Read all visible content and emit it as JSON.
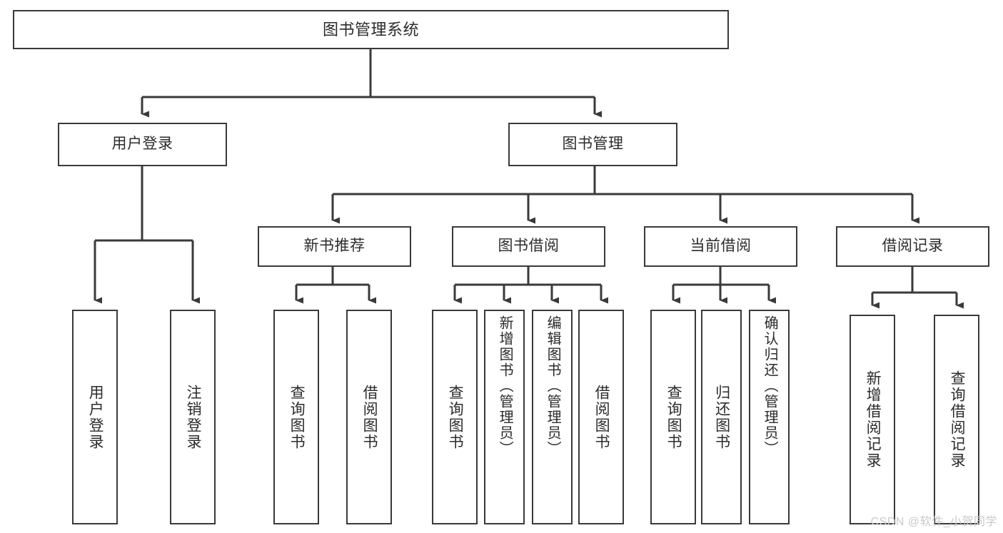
{
  "diagram": {
    "type": "tree",
    "title": "图书管理系统",
    "orientation": "top-down",
    "colors": {
      "background": "#ffffff",
      "stroke": "#3a3a3a",
      "text": "#2b2b2b",
      "watermark": "#c9c9c9"
    },
    "root": {
      "label": "图书管理系统"
    },
    "branches": [
      {
        "label": "用户登录"
      },
      {
        "label": "图书管理"
      }
    ],
    "groups": [
      {
        "label": "新书推荐"
      },
      {
        "label": "图书借阅"
      },
      {
        "label": "当前借阅"
      },
      {
        "label": "借阅记录"
      }
    ],
    "leaves": [
      {
        "label": "用户登录",
        "parent": "用户登录"
      },
      {
        "label": "注销登录",
        "parent": "用户登录"
      },
      {
        "label": "查询图书",
        "parent": "新书推荐"
      },
      {
        "label": "借阅图书",
        "parent": "新书推荐"
      },
      {
        "label": "查询图书",
        "parent": "图书借阅"
      },
      {
        "label": "新增图书（管理员）",
        "parent": "图书借阅"
      },
      {
        "label": "编辑图书（管理员）",
        "parent": "图书借阅"
      },
      {
        "label": "借阅图书",
        "parent": "图书借阅"
      },
      {
        "label": "查询图书",
        "parent": "当前借阅"
      },
      {
        "label": "归还图书",
        "parent": "当前借阅"
      },
      {
        "label": "确认归还（管理员）",
        "parent": "当前借阅"
      },
      {
        "label": "新增借阅记录",
        "parent": "借阅记录"
      },
      {
        "label": "查询借阅记录",
        "parent": "借阅记录"
      }
    ]
  },
  "watermark": {
    "text": "CSDN @软件_小贺同学"
  }
}
